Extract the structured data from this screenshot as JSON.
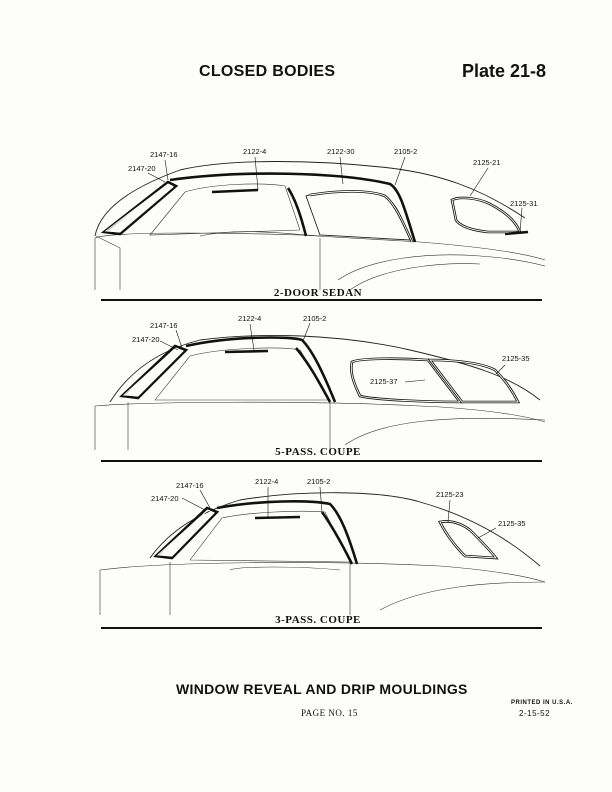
{
  "header": {
    "title": "CLOSED BODIES",
    "plate": "Plate 21-8"
  },
  "panels": [
    {
      "caption": "2-DOOR SEDAN",
      "labels": [
        "2147-16",
        "2147-20",
        "2122-4",
        "2122-30",
        "2105-2",
        "2125-21",
        "2125-31"
      ]
    },
    {
      "caption": "5-PASS. COUPE",
      "labels": [
        "2122-4",
        "2105-2",
        "2147-16",
        "2147-20",
        "2125-35",
        "2125-37"
      ]
    },
    {
      "caption": "3-PASS. COUPE",
      "labels": [
        "2147-16",
        "2122-4",
        "2105-2",
        "2147-20",
        "2125-23",
        "2125-35"
      ]
    }
  ],
  "footer": {
    "title": "WINDOW REVEAL AND DRIP MOULDINGS",
    "page_no": "PAGE NO. 15",
    "printed": "PRINTED IN U.S.A.",
    "date": "2-15-52"
  }
}
